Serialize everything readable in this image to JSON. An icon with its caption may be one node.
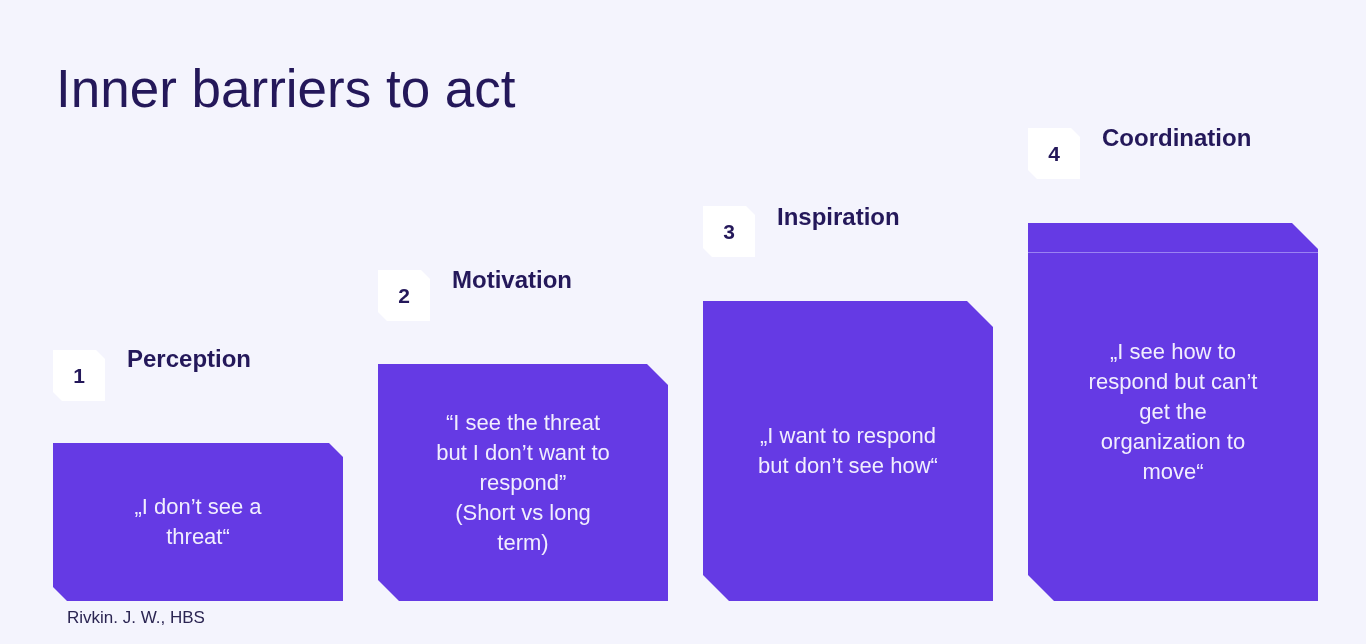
{
  "diagram": {
    "title": "Inner barriers to act",
    "nodes": [
      {
        "text": [
          "1"
        ],
        "beside": [
          "Perception"
        ]
      },
      {
        "text": [
          "„I don’t see a threat“"
        ]
      },
      {
        "text": [
          "2"
        ],
        "beside": [
          "Motivation"
        ]
      },
      {
        "text": [
          "“I see the threat but I don’t want to respond”",
          "(Short vs long term)"
        ]
      },
      {
        "text": [
          "3"
        ],
        "beside": [
          "Inspiration"
        ]
      },
      {
        "text": [
          "„I want to respond but don’t see how“"
        ]
      },
      {
        "text": [
          "4"
        ],
        "beside": [
          "Coordination"
        ]
      },
      {
        "text": [
          "„I see how to respond but can’t get the organization to move“"
        ]
      }
    ],
    "labels": [
      "Rivkin. J. W., HBS"
    ]
  }
}
